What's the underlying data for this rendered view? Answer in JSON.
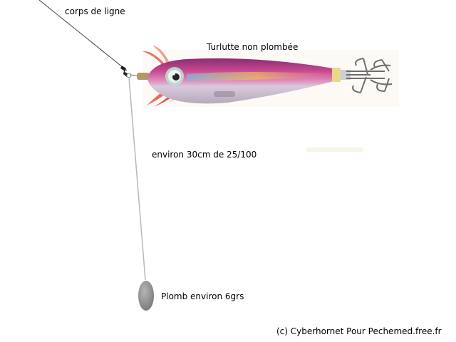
{
  "labels": {
    "main_line": "corps de ligne",
    "lure": "Turlutte non plombée",
    "leader": "environ 30cm de 25/100",
    "sinker": "Plomb environ 6grs"
  },
  "credit": "(c) Cyberhornet Pour Pechemed.free.fr",
  "colors": {
    "background": "#ffffff",
    "main_line": "#444444",
    "leader": "#b8b8b8",
    "sinker": "#8c8c8c",
    "lure_body": "#c8498f",
    "lure_belly": "#e7dce8",
    "feather": "#e2463a",
    "collar": "#e9d98a",
    "hook": "#7a7a7a"
  }
}
